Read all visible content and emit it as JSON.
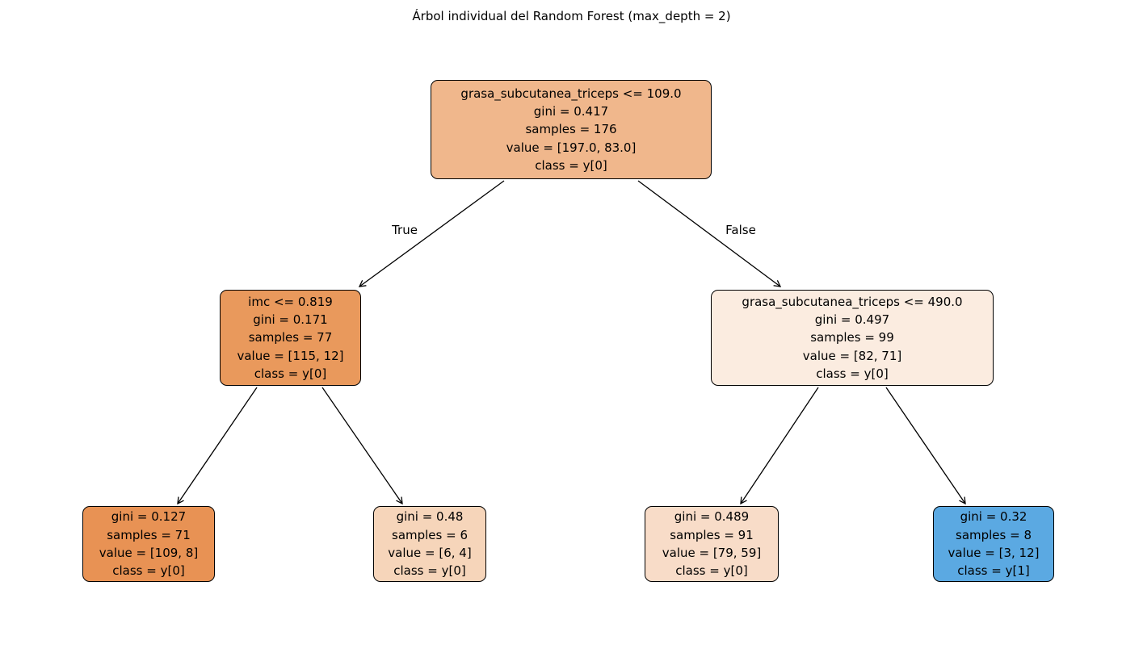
{
  "title": "Árbol individual del Random Forest (max_depth = 2)",
  "edges": {
    "true_label": "True",
    "false_label": "False"
  },
  "colors": {
    "arrow": "#000000",
    "node_border": "#000000",
    "class0_base": "#e58139",
    "class1_base": "#399de5",
    "root_fill": "#f0b78c",
    "left_fill": "#e9995c",
    "right_fill": "#fbece0",
    "leaf1_fill": "#e89254",
    "leaf2_fill": "#f6d5ba",
    "leaf3_fill": "#f8dcc8",
    "leaf4_fill": "#5ba9e2"
  },
  "nodes": {
    "root": {
      "fill": "#f0b78c",
      "lines": [
        "grasa_subcutanea_triceps <= 109.0",
        "gini = 0.417",
        "samples = 176",
        "value = [197.0, 83.0]",
        "class = y[0]"
      ]
    },
    "left": {
      "fill": "#e9995c",
      "lines": [
        "imc <= 0.819",
        "gini = 0.171",
        "samples = 77",
        "value = [115, 12]",
        "class = y[0]"
      ]
    },
    "right": {
      "fill": "#fbece0",
      "lines": [
        "grasa_subcutanea_triceps <= 490.0",
        "gini = 0.497",
        "samples = 99",
        "value = [82, 71]",
        "class = y[0]"
      ]
    },
    "leaf1": {
      "fill": "#e89254",
      "lines": [
        "gini = 0.127",
        "samples = 71",
        "value = [109, 8]",
        "class = y[0]"
      ]
    },
    "leaf2": {
      "fill": "#f6d5ba",
      "lines": [
        "gini = 0.48",
        "samples = 6",
        "value = [6, 4]",
        "class = y[0]"
      ]
    },
    "leaf3": {
      "fill": "#f8dcc8",
      "lines": [
        "gini = 0.489",
        "samples = 91",
        "value = [79, 59]",
        "class = y[0]"
      ]
    },
    "leaf4": {
      "fill": "#5ba9e2",
      "lines": [
        "gini = 0.32",
        "samples = 8",
        "value = [3, 12]",
        "class = y[1]"
      ]
    }
  }
}
